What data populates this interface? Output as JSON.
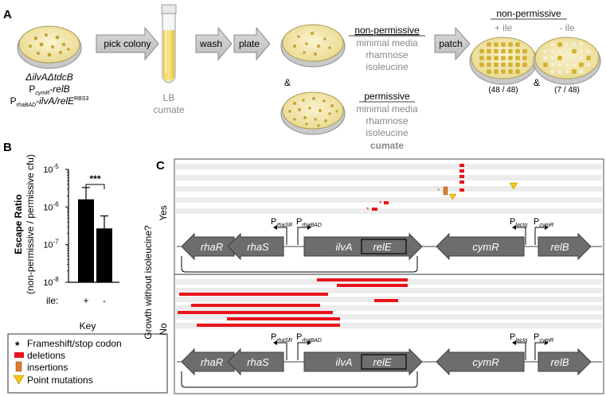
{
  "panels": {
    "a": "A",
    "b": "B",
    "c": "C"
  },
  "panel_a": {
    "strain": {
      "line1": "ΔilvAΔtdcB",
      "line2_main": "P",
      "line2_sub": "cymR",
      "line2_rest": "-relB",
      "line3_main": "P",
      "line3_sub": "rhaBAD",
      "line3_rest": "-ilvA/relE",
      "line3_sup": "RBS3"
    },
    "arrows": {
      "pick": "pick colony",
      "wash": "wash",
      "plate": "plate",
      "patch": "patch"
    },
    "tube": {
      "line1": "LB",
      "line2": "cumate"
    },
    "nonperm": {
      "title": "non-permissive",
      "lines": [
        "minimal media",
        "rhamnose",
        "isoleucine"
      ]
    },
    "amp": "&",
    "perm": {
      "title": "permissive",
      "lines": [
        "minimal media",
        "rhamnose",
        "isoleucine"
      ],
      "bold": "cumate"
    },
    "patch_result": {
      "title": "non-permissive",
      "plus": "+ ile",
      "minus": "- ile",
      "plus_count": "(48 / 48)",
      "minus_count": "(7 / 48)",
      "amp": "&"
    }
  },
  "chart_data": {
    "type": "bar",
    "categories": [
      "+",
      "-"
    ],
    "values": [
      1.6e-06,
      2.7e-07
    ],
    "errors_upper": [
      3.3e-06,
      5.8e-07
    ],
    "errors_lower": [
      1.6e-06,
      2.7e-07
    ],
    "ylabel_main": "Escape Ratio",
    "ylabel_sub": "(non-permissive / permissive cfu)",
    "xlabel": "ile:",
    "yscale": "log",
    "ylim": [
      1e-08,
      1e-05
    ],
    "ticks": [
      {
        "base": "10",
        "exp": "-5"
      },
      {
        "base": "10",
        "exp": "-6"
      },
      {
        "base": "10",
        "exp": "-7"
      },
      {
        "base": "10",
        "exp": "-8"
      }
    ],
    "significance": "***"
  },
  "panel_c": {
    "yaxis": "Growth without isoleucine?",
    "yes": "Yes",
    "no": "No",
    "genes": [
      "rhaR",
      "rhaS",
      "ilvA",
      "relE",
      "cymR",
      "relB"
    ],
    "promoters": [
      {
        "main": "P",
        "sub": "rhaSR"
      },
      {
        "main": "P",
        "sub": "rhaBAD"
      },
      {
        "main": "P",
        "sub": "lacIq"
      },
      {
        "main": "P",
        "sub": "cymR"
      }
    ],
    "asterisk": "*"
  },
  "key": {
    "title": "Key",
    "items": [
      {
        "symbol": "*",
        "label": "Frameshift/stop codon",
        "color": "#000000"
      },
      {
        "symbol": "rect",
        "label": "deletions",
        "color": "#e8141b"
      },
      {
        "symbol": "rect-orange",
        "label": "insertions",
        "color": "#e07b2a"
      },
      {
        "symbol": "triangle",
        "label": "Point mutations",
        "color": "#c9a000"
      }
    ]
  },
  "colors": {
    "gene": "#6d6d6d",
    "deletion": "#e8141b",
    "insertion": "#e07b2a",
    "point": "#f5c518",
    "stripe": "#ececec",
    "plate_agar": "#f3e6a6"
  }
}
